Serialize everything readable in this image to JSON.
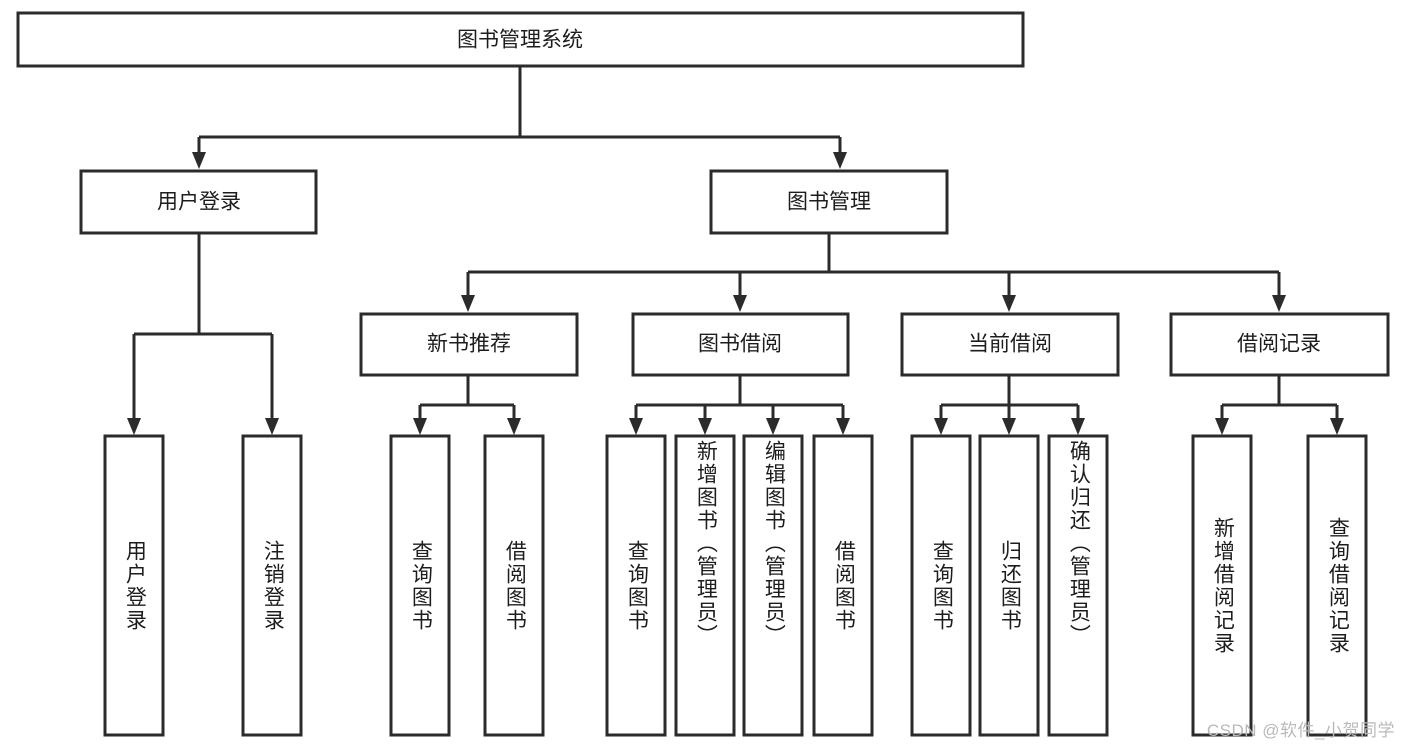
{
  "diagram": {
    "title": "图书管理系统",
    "watermark": "CSDN @软件_小贺同学",
    "colors": {
      "stroke": "#2b2b2b",
      "fill": "#ffffff",
      "text": "#1d1d1d",
      "watermark": "#b9b9b9",
      "background": "#ffffff"
    },
    "root": {
      "label": "图书管理系统"
    },
    "level2": [
      {
        "label": "用户登录"
      },
      {
        "label": "图书管理"
      }
    ],
    "level3": [
      {
        "label": "新书推荐"
      },
      {
        "label": "图书借阅"
      },
      {
        "label": "当前借阅"
      },
      {
        "label": "借阅记录"
      }
    ],
    "leaves": {
      "user_login": [
        {
          "label": "用户登录"
        },
        {
          "label": "注销登录"
        }
      ],
      "new_book_recommend": [
        {
          "label": "查询图书"
        },
        {
          "label": "借阅图书"
        }
      ],
      "book_borrow": [
        {
          "label": "查询图书"
        },
        {
          "label": "新增图书（管理员）"
        },
        {
          "label": "编辑图书（管理员）"
        },
        {
          "label": "借阅图书"
        }
      ],
      "current_borrow": [
        {
          "label": "查询图书"
        },
        {
          "label": "归还图书"
        },
        {
          "label": "确认归还（管理员）"
        }
      ],
      "borrow_record": [
        {
          "label": "新增借阅记录"
        },
        {
          "label": "查询借阅记录"
        }
      ]
    }
  }
}
